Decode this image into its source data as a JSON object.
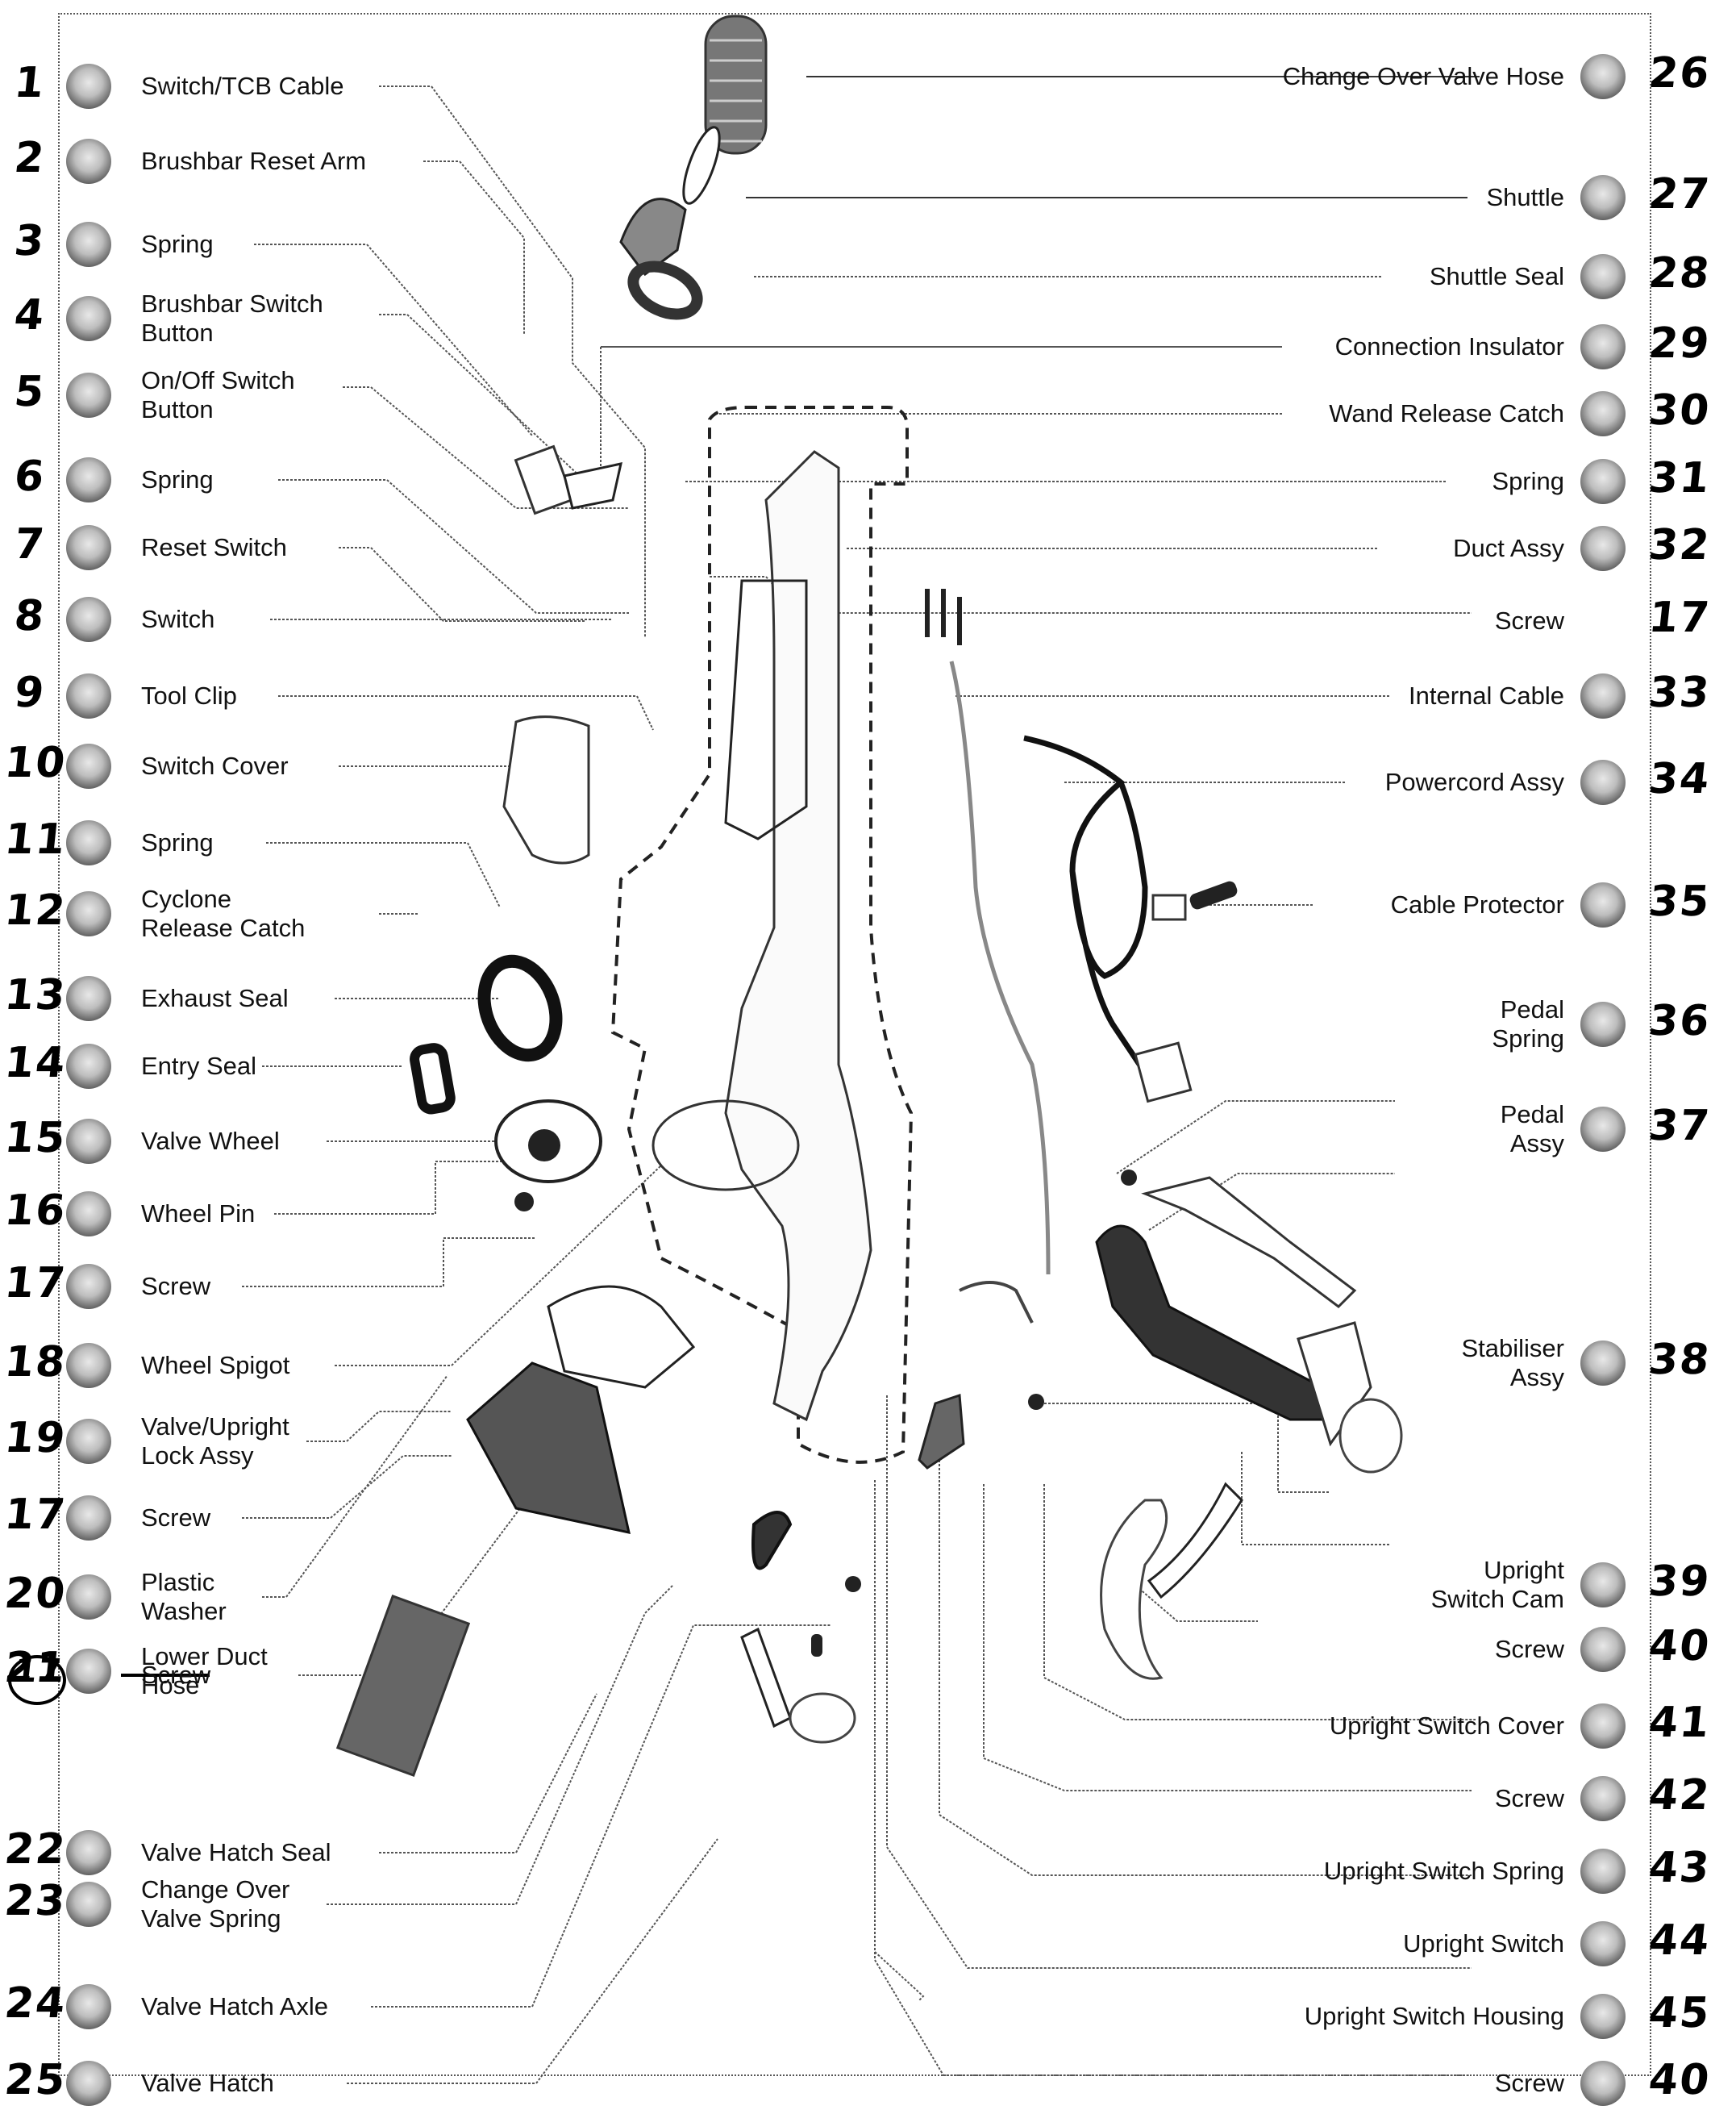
{
  "diagram": {
    "title": "Exploded parts diagram – upright vacuum cleaner",
    "left_parts": [
      {
        "number": "1",
        "label": "Switch/TCB Cable"
      },
      {
        "number": "2",
        "label": "Brushbar Reset Arm"
      },
      {
        "number": "3",
        "label": "Spring"
      },
      {
        "number": "4",
        "label": "Brushbar Switch\nButton"
      },
      {
        "number": "5",
        "label": "On/Off Switch\nButton"
      },
      {
        "number": "6",
        "label": "Spring"
      },
      {
        "number": "7",
        "label": "Reset Switch"
      },
      {
        "number": "8",
        "label": "Switch"
      },
      {
        "number": "9",
        "label": "Tool Clip"
      },
      {
        "number": "10",
        "label": "Switch Cover"
      },
      {
        "number": "11",
        "label": "Spring"
      },
      {
        "number": "12",
        "label": "Cyclone\nRelease Catch"
      },
      {
        "number": "13",
        "label": "Exhaust Seal"
      },
      {
        "number": "14",
        "label": "Entry Seal"
      },
      {
        "number": "15",
        "label": "Valve Wheel"
      },
      {
        "number": "16",
        "label": "Wheel Pin"
      },
      {
        "number": "17",
        "label": "Screw"
      },
      {
        "number": "18",
        "label": "Wheel Spigot"
      },
      {
        "number": "19",
        "label": "Valve/Upright\nLock Assy"
      },
      {
        "number": "17",
        "label": "Screw"
      },
      {
        "number": "20",
        "label": "Plastic\nWasher"
      },
      {
        "number": "21",
        "label": "Lower Duct\nHose"
      },
      {
        "number": "17",
        "label": "Screw",
        "circled": true
      },
      {
        "number": "22",
        "label": "Valve Hatch Seal"
      },
      {
        "number": "23",
        "label": "Change Over\nValve Spring"
      },
      {
        "number": "24",
        "label": "Valve Hatch Axle"
      },
      {
        "number": "25",
        "label": "Valve Hatch"
      }
    ],
    "right_parts": [
      {
        "number": "26",
        "label": "Change Over Valve Hose"
      },
      {
        "number": "27",
        "label": "Shuttle"
      },
      {
        "number": "28",
        "label": "Shuttle Seal"
      },
      {
        "number": "29",
        "label": "Connection Insulator"
      },
      {
        "number": "30",
        "label": "Wand Release Catch"
      },
      {
        "number": "31",
        "label": "Spring"
      },
      {
        "number": "32",
        "label": "Duct Assy"
      },
      {
        "number": "17",
        "label": "Screw",
        "no_bubble": true
      },
      {
        "number": "33",
        "label": "Internal Cable"
      },
      {
        "number": "34",
        "label": "Powercord Assy"
      },
      {
        "number": "35",
        "label": "Cable Protector"
      },
      {
        "number": "36",
        "label": "Pedal\nSpring"
      },
      {
        "number": "37",
        "label": "Pedal\nAssy"
      },
      {
        "number": "38",
        "label": "Stabiliser\nAssy"
      },
      {
        "number": "39",
        "label": "Upright\nSwitch Cam"
      },
      {
        "number": "40",
        "label": "Screw"
      },
      {
        "number": "41",
        "label": "Upright Switch Cover"
      },
      {
        "number": "42",
        "label": "Screw"
      },
      {
        "number": "43",
        "label": "Upright Switch Spring"
      },
      {
        "number": "44",
        "label": "Upright Switch"
      },
      {
        "number": "45",
        "label": "Upright Switch Housing"
      },
      {
        "number": "40",
        "label": "Screw"
      }
    ]
  }
}
